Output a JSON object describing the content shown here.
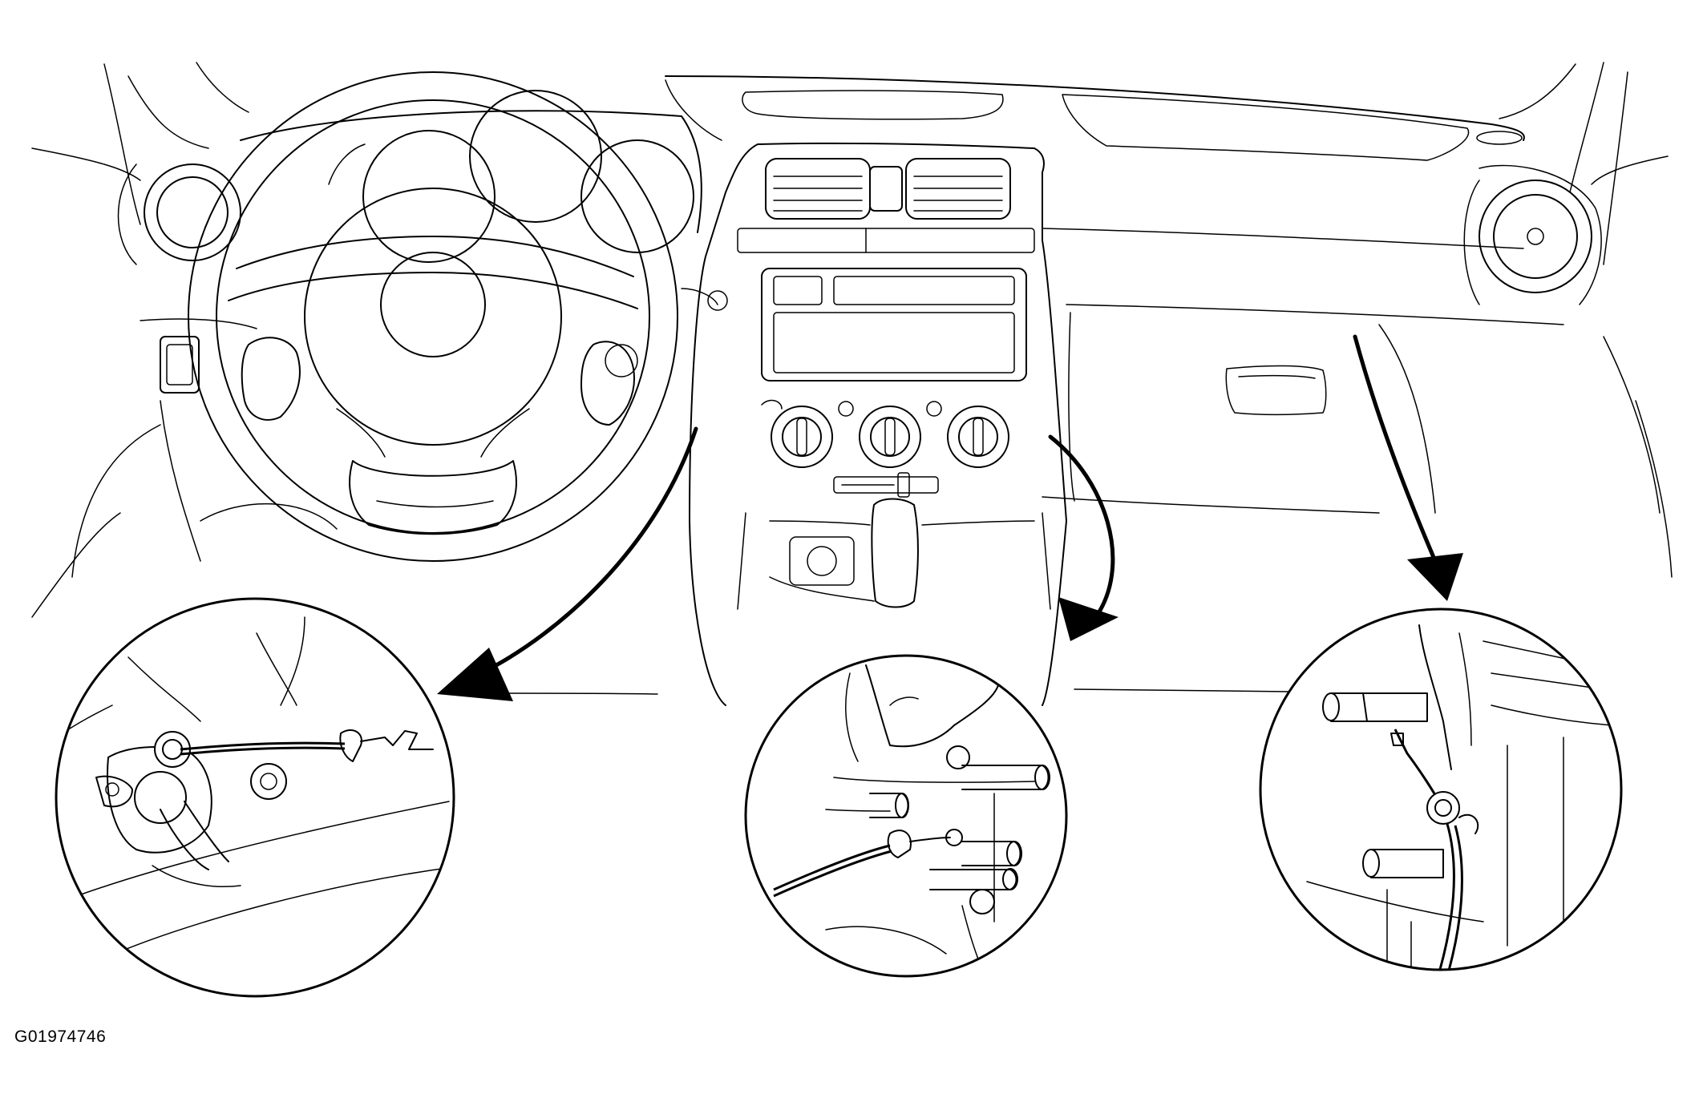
{
  "figure": {
    "code": "G01974746",
    "detail_views": [
      {
        "location": "steering-column-cable-clip"
      },
      {
        "location": "center-console-cable-clip"
      },
      {
        "location": "passenger-side-cable-clip"
      }
    ]
  }
}
